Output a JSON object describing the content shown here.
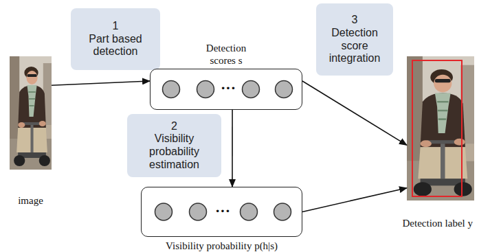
{
  "diagram": {
    "nodes": [
      {
        "text": [
          "image"
        ]
      },
      {
        "text": [
          "1",
          "Part based detection"
        ]
      },
      {
        "text": [
          "Detection scores s",
          "···"
        ]
      },
      {
        "text": [
          "3",
          "Detection score integration"
        ]
      },
      {
        "text": [
          "2",
          "Visibility probability estimation"
        ]
      },
      {
        "text": [
          "···",
          "Visibility probability p(h|s)"
        ]
      },
      {
        "text": [
          "Detection label y"
        ]
      }
    ],
    "edges": [
      {
        "from": 0,
        "to": 2,
        "arrow": "to"
      },
      {
        "from": 2,
        "to": 5,
        "arrow": "to"
      },
      {
        "from": 2,
        "to": 6,
        "arrow": "to"
      },
      {
        "from": 5,
        "to": 6,
        "arrow": "to"
      }
    ]
  }
}
